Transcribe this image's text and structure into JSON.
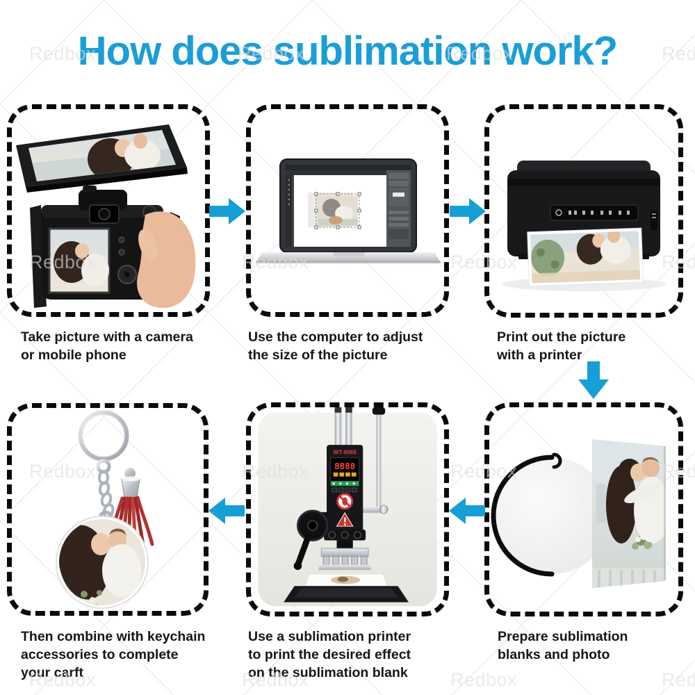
{
  "title": "How does sublimation work?",
  "watermark": {
    "text": "Redbox"
  },
  "colors": {
    "accent_blue": "#169ED6",
    "title_blue": "#1B9ED7",
    "caption_text": "#161616",
    "panel_border": "#0A0A0A",
    "watermark_gray": "#DEDEDE",
    "tassel_red": "#B23232"
  },
  "steps": [
    {
      "name": "take-picture",
      "illustration": "smartphone-and-dslr-camera-with-couple-photo",
      "caption": "Take picture with a camera or mobile phone",
      "lines": [
        "Take picture with a camera",
        "or mobile phone"
      ]
    },
    {
      "name": "adjust-on-computer",
      "illustration": "laptop-photo-editor-resizing-picture",
      "caption": "Use the computer to adjust the size of the picture",
      "lines": [
        "Use the computer to adjust",
        "the size of the picture"
      ]
    },
    {
      "name": "print-picture",
      "illustration": "black-inkjet-printer-printing-photo",
      "caption": "Print out the picture with a printer",
      "lines": [
        "Print out the picture",
        "with a printer"
      ]
    },
    {
      "name": "prepare-blanks",
      "illustration": "round-sublimation-blank-and-photo-panel",
      "caption": "Prepare sublimation blanks and photo",
      "lines": [
        "Prepare sublimation",
        "blanks and photo"
      ]
    },
    {
      "name": "press-blank",
      "illustration": "heat-press-stamping-machine",
      "caption": "Use a sublimation printer to print the desired effect on the sublimation blank",
      "lines": [
        "Use a sublimation printer",
        "to print the desired effect",
        "on the sublimation blank"
      ],
      "machine": {
        "label": "WT-9065",
        "display": "8888"
      }
    },
    {
      "name": "assemble-keychain",
      "illustration": "round-photo-keychain-with-red-tassel",
      "caption": "Then combine with keychain accessories to complete your carft",
      "lines": [
        "Then combine with keychain",
        "accessories to complete",
        "your carft"
      ]
    }
  ],
  "flow": {
    "arrows": [
      {
        "from": 1,
        "to": 2,
        "direction": "right"
      },
      {
        "from": 2,
        "to": 3,
        "direction": "right"
      },
      {
        "from": 3,
        "to": 4,
        "direction": "down"
      },
      {
        "from": 4,
        "to": 5,
        "direction": "left"
      },
      {
        "from": 5,
        "to": 6,
        "direction": "left"
      }
    ]
  }
}
